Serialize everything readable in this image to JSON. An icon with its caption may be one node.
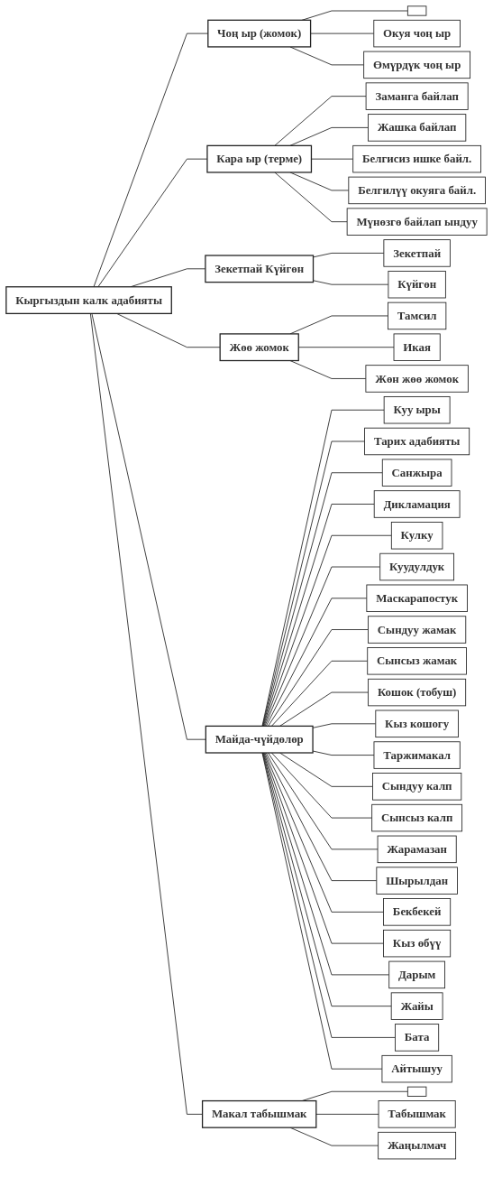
{
  "diagram": {
    "nodes": [
      {
        "text": [
          "Кыргыздын калк адабияты"
        ]
      },
      {
        "text": [
          "Чоң ыр (жомок)"
        ]
      },
      {
        "text": [],
        "shape": "box"
      },
      {
        "text": [
          "Окуя чоң ыр"
        ]
      },
      {
        "text": [
          "Өмүрдүк чоң ыр"
        ]
      },
      {
        "text": [
          "Кара ыр (терме)"
        ]
      },
      {
        "text": [
          "Заманга байлап"
        ]
      },
      {
        "text": [
          "Жашка байлап"
        ]
      },
      {
        "text": [
          "Белгисиз ишке байл."
        ]
      },
      {
        "text": [
          "Белгилүү окуяга байл."
        ]
      },
      {
        "text": [
          "Мүнөзгө байлап ындуу"
        ]
      },
      {
        "text": [
          "Зекетпай Күйгөн"
        ]
      },
      {
        "text": [
          "Зекетпай"
        ]
      },
      {
        "text": [
          "Күйгөн"
        ]
      },
      {
        "text": [
          "Жөө жомок"
        ]
      },
      {
        "text": [
          "Тамсил"
        ]
      },
      {
        "text": [
          "Икая"
        ]
      },
      {
        "text": [
          "Жөн жөө жомок"
        ]
      },
      {
        "text": [
          "Майда-чүйдөлөр"
        ]
      },
      {
        "text": [
          "Куу ыры"
        ]
      },
      {
        "text": [
          "Тарих адабияты"
        ]
      },
      {
        "text": [
          "Санжыра"
        ]
      },
      {
        "text": [
          "Дикламация"
        ]
      },
      {
        "text": [
          "Кулку"
        ]
      },
      {
        "text": [
          "Куудулдук"
        ]
      },
      {
        "text": [
          "Маскарапостук"
        ]
      },
      {
        "text": [
          "Сындуу жамак"
        ]
      },
      {
        "text": [
          "Сынсыз жамак"
        ]
      },
      {
        "text": [
          "Кошок (тобуш)"
        ]
      },
      {
        "text": [
          "Кыз кошогу"
        ]
      },
      {
        "text": [
          "Таржимакал"
        ]
      },
      {
        "text": [
          "Сындуу калп"
        ]
      },
      {
        "text": [
          "Сынсыз калп"
        ]
      },
      {
        "text": [
          "Жарамазан"
        ]
      },
      {
        "text": [
          "Шырылдан"
        ]
      },
      {
        "text": [
          "Бекбекей"
        ]
      },
      {
        "text": [
          "Кыз өбүү"
        ]
      },
      {
        "text": [
          "Дарым"
        ]
      },
      {
        "text": [
          "Жайы"
        ]
      },
      {
        "text": [
          "Бата"
        ]
      },
      {
        "text": [
          "Айтышуу"
        ]
      },
      {
        "text": [
          "Макал табышмак"
        ]
      },
      {
        "text": [],
        "shape": "box"
      },
      {
        "text": [
          "Табышмак"
        ]
      },
      {
        "text": [
          "Жаңылмач"
        ]
      }
    ],
    "edges": [
      {
        "from": 0,
        "to": 1,
        "arrow": "none"
      },
      {
        "from": 1,
        "to": 2,
        "arrow": "none"
      },
      {
        "from": 1,
        "to": 3,
        "arrow": "none"
      },
      {
        "from": 1,
        "to": 4,
        "arrow": "none"
      },
      {
        "from": 0,
        "to": 5,
        "arrow": "none"
      },
      {
        "from": 5,
        "to": 6,
        "arrow": "none"
      },
      {
        "from": 5,
        "to": 7,
        "arrow": "none"
      },
      {
        "from": 5,
        "to": 8,
        "arrow": "none"
      },
      {
        "from": 5,
        "to": 9,
        "arrow": "none"
      },
      {
        "from": 5,
        "to": 10,
        "arrow": "none"
      },
      {
        "from": 0,
        "to": 11,
        "arrow": "none"
      },
      {
        "from": 11,
        "to": 12,
        "arrow": "none"
      },
      {
        "from": 11,
        "to": 13,
        "arrow": "none"
      },
      {
        "from": 0,
        "to": 14,
        "arrow": "none"
      },
      {
        "from": 14,
        "to": 15,
        "arrow": "none"
      },
      {
        "from": 14,
        "to": 16,
        "arrow": "none"
      },
      {
        "from": 14,
        "to": 17,
        "arrow": "none"
      },
      {
        "from": 0,
        "to": 18,
        "arrow": "none"
      },
      {
        "from": 18,
        "to": 19,
        "arrow": "none"
      },
      {
        "from": 18,
        "to": 20,
        "arrow": "none"
      },
      {
        "from": 18,
        "to": 21,
        "arrow": "none"
      },
      {
        "from": 18,
        "to": 22,
        "arrow": "none"
      },
      {
        "from": 18,
        "to": 23,
        "arrow": "none"
      },
      {
        "from": 18,
        "to": 24,
        "arrow": "none"
      },
      {
        "from": 18,
        "to": 25,
        "arrow": "none"
      },
      {
        "from": 18,
        "to": 26,
        "arrow": "none"
      },
      {
        "from": 18,
        "to": 27,
        "arrow": "none"
      },
      {
        "from": 18,
        "to": 28,
        "arrow": "none"
      },
      {
        "from": 18,
        "to": 29,
        "arrow": "none"
      },
      {
        "from": 18,
        "to": 30,
        "arrow": "none"
      },
      {
        "from": 18,
        "to": 31,
        "arrow": "none"
      },
      {
        "from": 18,
        "to": 32,
        "arrow": "none"
      },
      {
        "from": 18,
        "to": 33,
        "arrow": "none"
      },
      {
        "from": 18,
        "to": 34,
        "arrow": "none"
      },
      {
        "from": 18,
        "to": 35,
        "arrow": "none"
      },
      {
        "from": 18,
        "to": 36,
        "arrow": "none"
      },
      {
        "from": 18,
        "to": 37,
        "arrow": "none"
      },
      {
        "from": 18,
        "to": 38,
        "arrow": "none"
      },
      {
        "from": 18,
        "to": 39,
        "arrow": "none"
      },
      {
        "from": 18,
        "to": 40,
        "arrow": "none"
      },
      {
        "from": 0,
        "to": 41,
        "arrow": "none"
      },
      {
        "from": 41,
        "to": 42,
        "arrow": "none"
      },
      {
        "from": 41,
        "to": 43,
        "arrow": "none"
      },
      {
        "from": 41,
        "to": 44,
        "arrow": "none"
      }
    ]
  }
}
